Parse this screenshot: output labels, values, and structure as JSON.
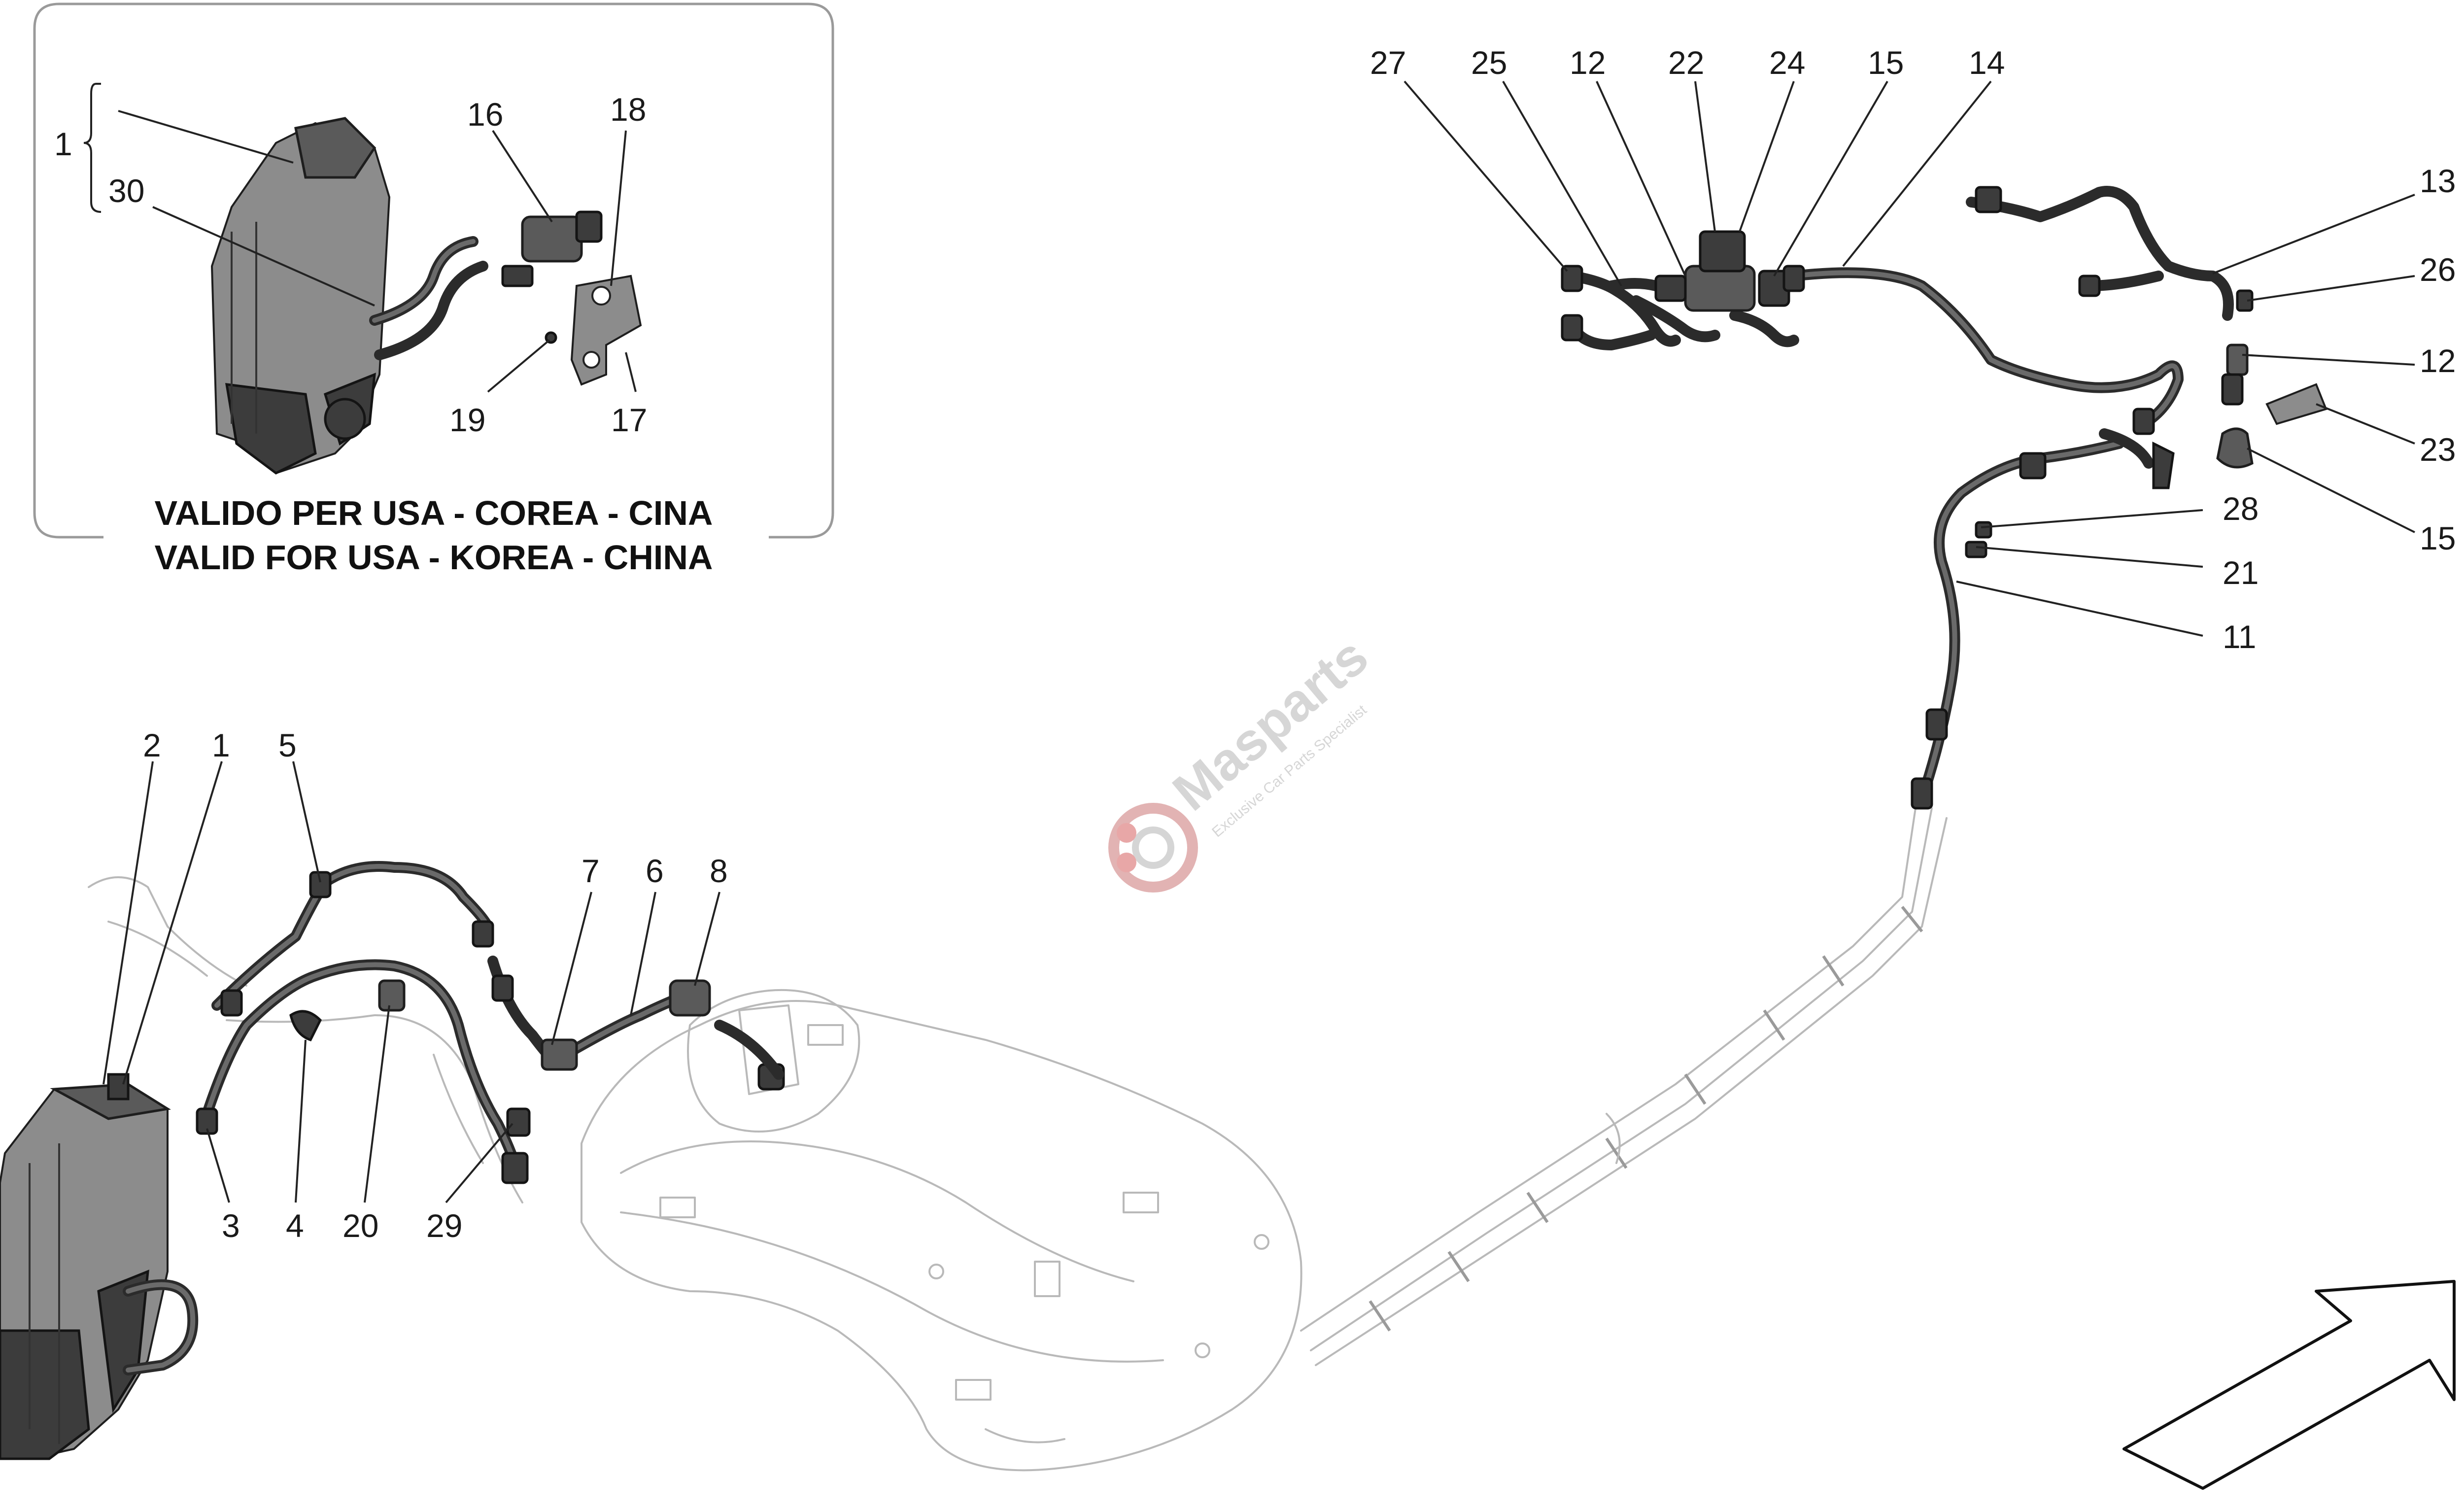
{
  "inset": {
    "caption_it": "VALIDO PER USA - COREA - CINA",
    "caption_en": "VALID FOR USA - KOREA - CHINA",
    "callouts": [
      "1",
      "30",
      "16",
      "18",
      "19",
      "17"
    ]
  },
  "main_callouts": {
    "left": [
      "2",
      "1",
      "5",
      "7",
      "6",
      "8",
      "3",
      "4",
      "20",
      "29"
    ],
    "top_right": [
      "27",
      "25",
      "12",
      "22",
      "24",
      "15",
      "14"
    ],
    "right": [
      "13",
      "26",
      "12",
      "23",
      "15",
      "28",
      "21",
      "11"
    ]
  },
  "watermark": {
    "brand": "Masparts",
    "tagline": "Exclusive Car Parts Specialist"
  },
  "icons": {
    "direction": "arrow-icon",
    "logo": "gear-icon"
  }
}
